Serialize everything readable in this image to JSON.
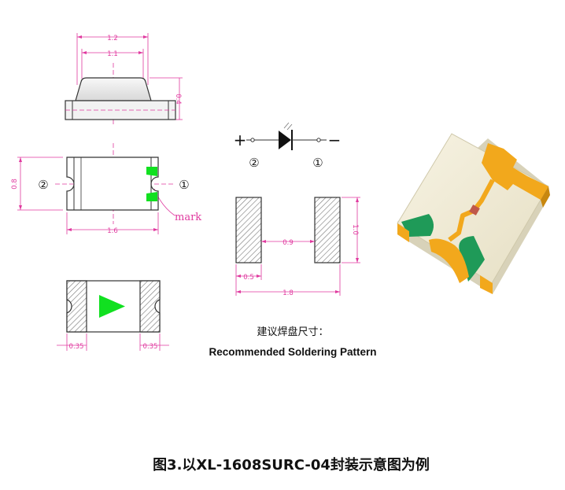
{
  "dimensions": {
    "top_width_outer": "1.2",
    "top_width_inner": "1.1",
    "height": "0.4",
    "body_height": "0.8",
    "body_length": "1.6",
    "pad_width_left": "0.35",
    "pad_width_right": "0.35",
    "pattern_gap": "0.9",
    "pattern_pad_height": "1.0",
    "pattern_pad_width": "0.5",
    "pattern_total_length": "1.8"
  },
  "pins": {
    "pin2": "②",
    "pin1": "①",
    "plus": "+",
    "minus": "−"
  },
  "mark_label": "mark",
  "soldering_caption_cn": "建议焊盘尺寸：",
  "soldering_caption_en": "Recommended Soldering Pattern",
  "figure_caption": "图3.以XL-1608SURC-04封装示意图为例",
  "colors": {
    "dimension": "#e0399f",
    "mark_green": "#11e020",
    "outline": "#333333",
    "pad_gold": "#f2a81c",
    "pad_green": "#1f9a58",
    "body_cream": "#f3eed8"
  }
}
